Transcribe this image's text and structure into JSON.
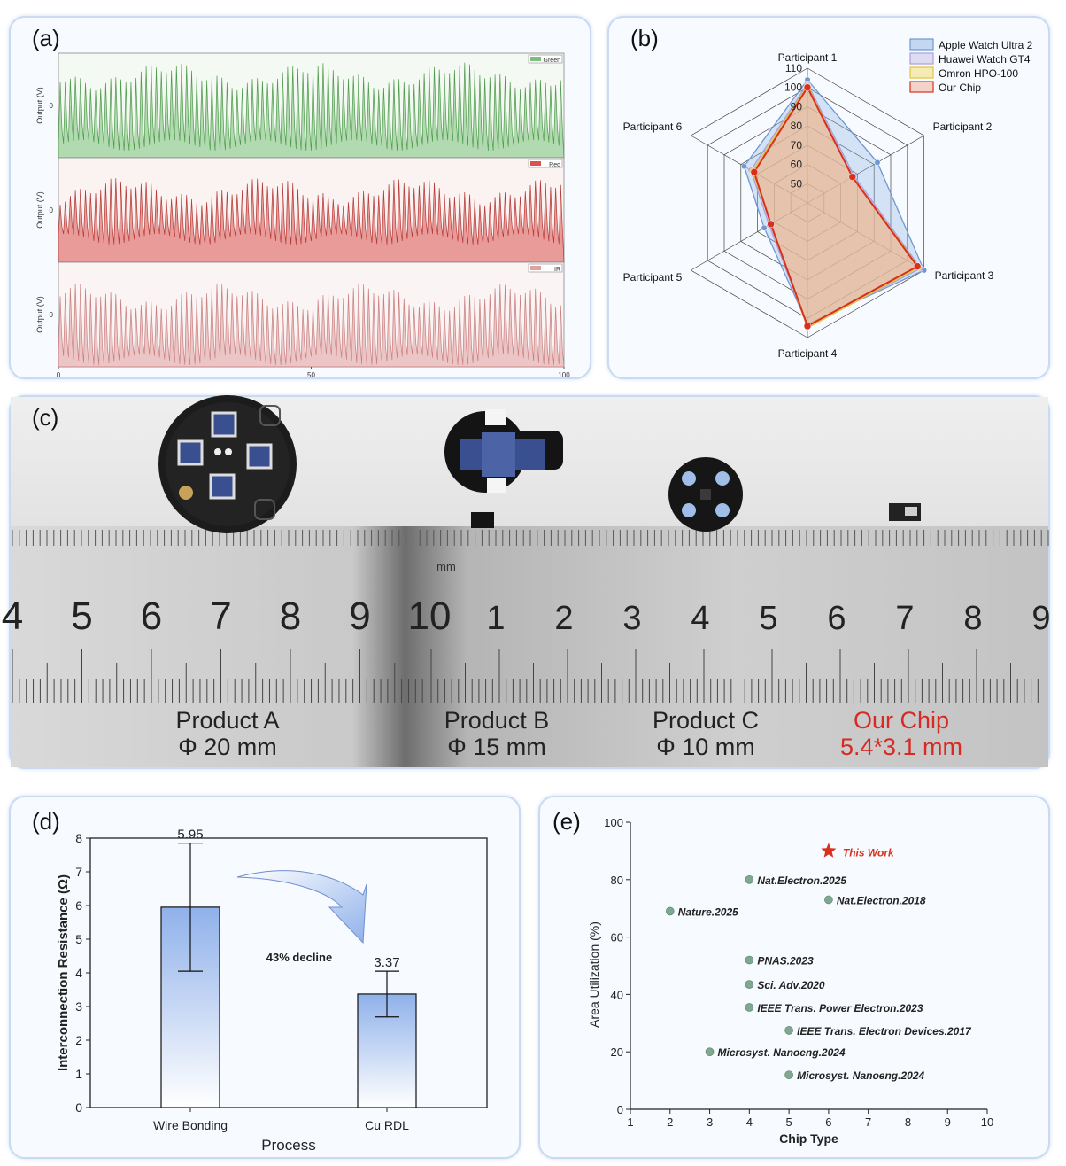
{
  "panel_labels": {
    "a": "(a)",
    "b": "(b)",
    "c": "(c)",
    "d": "(d)",
    "e": "(e)"
  },
  "colors": {
    "green": "#7cbf7a",
    "red": "#d9534f",
    "ir": "#e0a0a0",
    "apple": "#8fb4e3",
    "huawei": "#c5bde6",
    "omron": "#f3dd6a",
    "ourchip": "#d9301c",
    "bar_top": "#8fb1ea",
    "bar_bottom": "#ffffff",
    "scatter_point": "#7fa890",
    "star": "#d9301c"
  },
  "chart_data": [
    {
      "type": "line",
      "panel": "a",
      "ylabel": "Output (V)",
      "x_range": [
        0,
        100
      ],
      "x_ticks": [
        "0",
        "50",
        "100"
      ],
      "y_tick": "0",
      "series": [
        {
          "name": "Green",
          "beats": 100
        },
        {
          "name": "Red",
          "beats": 100
        },
        {
          "name": "IR",
          "beats": 100
        }
      ]
    },
    {
      "type": "radar",
      "panel": "b",
      "axes": [
        "Participant 1",
        "Participant 2",
        "Participant 3",
        "Participant 4",
        "Participant 5",
        "Participant 6"
      ],
      "r_range": [
        50,
        110
      ],
      "r_ticks": [
        "50",
        "60",
        "70",
        "80",
        "90",
        "100",
        "110"
      ],
      "series": [
        {
          "name": "Apple Watch Ultra 2",
          "values": [
            104,
            82,
            110,
            103,
            66,
            78
          ]
        },
        {
          "name": "Huawei Watch GT4",
          "values": [
            102,
            68,
            108,
            104,
            63,
            74
          ]
        },
        {
          "name": "Omron HPO-100",
          "values": [
            101,
            67,
            107,
            105,
            62,
            73
          ]
        },
        {
          "name": "Our Chip",
          "values": [
            100,
            67,
            106,
            104,
            62,
            72
          ]
        }
      ]
    },
    {
      "type": "bar",
      "panel": "d",
      "categories": [
        "Wire Bonding",
        "Cu RDL"
      ],
      "values": [
        5.95,
        3.37
      ],
      "errors": [
        1.9,
        0.68
      ],
      "value_labels": [
        "5.95",
        "3.37"
      ],
      "xlabel": "Process",
      "ylabel": "Interconnection Resistance (Ω)",
      "ylim": [
        0,
        8
      ],
      "y_ticks": [
        "0",
        "1",
        "2",
        "3",
        "4",
        "5",
        "6",
        "7",
        "8"
      ],
      "annotation": "43% decline"
    },
    {
      "type": "scatter",
      "panel": "e",
      "xlabel": "Chip Type",
      "ylabel": "Area Utilization (%)",
      "xlim": [
        1,
        10
      ],
      "ylim": [
        0,
        100
      ],
      "x_ticks": [
        "1",
        "2",
        "3",
        "4",
        "5",
        "6",
        "7",
        "8",
        "9",
        "10"
      ],
      "y_ticks": [
        "0",
        "20",
        "40",
        "60",
        "80",
        "100"
      ],
      "points": [
        {
          "x": 6,
          "y": 90,
          "label": "This Work",
          "marker": "star"
        },
        {
          "x": 4,
          "y": 80,
          "label": "Nat.Electron.2025"
        },
        {
          "x": 6,
          "y": 73,
          "label": "Nat.Electron.2018"
        },
        {
          "x": 2,
          "y": 69,
          "label": "Nature.2025"
        },
        {
          "x": 4,
          "y": 52,
          "label": "PNAS.2023"
        },
        {
          "x": 4,
          "y": 43.5,
          "label": "Sci. Adv.2020"
        },
        {
          "x": 4,
          "y": 35.5,
          "label": "IEEE Trans. Power Electron.2023"
        },
        {
          "x": 5,
          "y": 27.5,
          "label": "IEEE Trans. Electron Devices.2017"
        },
        {
          "x": 3,
          "y": 20,
          "label": "Microsyst. Nanoeng.2024"
        },
        {
          "x": 5,
          "y": 12,
          "label": "Microsyst. Nanoeng.2024"
        }
      ]
    }
  ],
  "photo_c": {
    "ruler_numbers_left": [
      "4",
      "5",
      "6",
      "7",
      "8",
      "9",
      "10"
    ],
    "ruler_unit": "mm",
    "ruler_numbers_right": [
      "1",
      "2",
      "3",
      "4",
      "5",
      "6",
      "7",
      "8",
      "9"
    ],
    "products": [
      {
        "name": "Product A",
        "size": "Φ 20 mm"
      },
      {
        "name": "Product B",
        "size": "Φ 15 mm"
      },
      {
        "name": "Product C",
        "size": "Φ 10 mm"
      },
      {
        "name": "Our Chip",
        "size": "5.4*3.1 mm"
      }
    ]
  }
}
